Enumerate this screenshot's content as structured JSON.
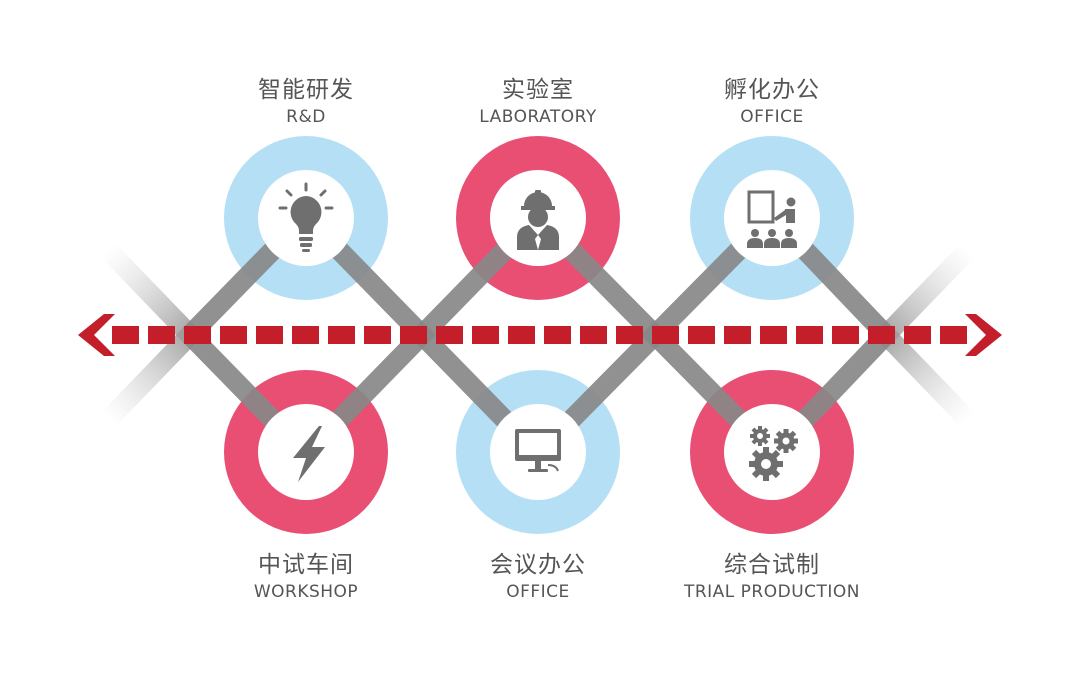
{
  "nodes": [
    {
      "id": "rd",
      "zh": "智能研发",
      "en": "R&D",
      "ring": "blue",
      "icon": "lightbulb-icon"
    },
    {
      "id": "lab",
      "zh": "实验室",
      "en": "LABORATORY",
      "ring": "red",
      "icon": "engineer-icon"
    },
    {
      "id": "incubation",
      "zh": "孵化办公",
      "en": "OFFICE",
      "ring": "blue",
      "icon": "presentation-icon"
    },
    {
      "id": "workshop",
      "zh": "中试车间",
      "en": "WORKSHOP",
      "ring": "red",
      "icon": "lightning-icon"
    },
    {
      "id": "meeting",
      "zh": "会议办公",
      "en": "OFFICE",
      "ring": "blue",
      "icon": "monitor-icon"
    },
    {
      "id": "trial",
      "zh": "综合试制",
      "en": "TRIAL PRODUCTION",
      "ring": "red",
      "icon": "gears-icon"
    }
  ],
  "colors": {
    "ring_red": "#e84f73",
    "ring_blue": "#b5dff5",
    "connector": "#888888",
    "arrow": "#c41e2b",
    "icon": "#6f6f6f",
    "text": "#555555"
  }
}
